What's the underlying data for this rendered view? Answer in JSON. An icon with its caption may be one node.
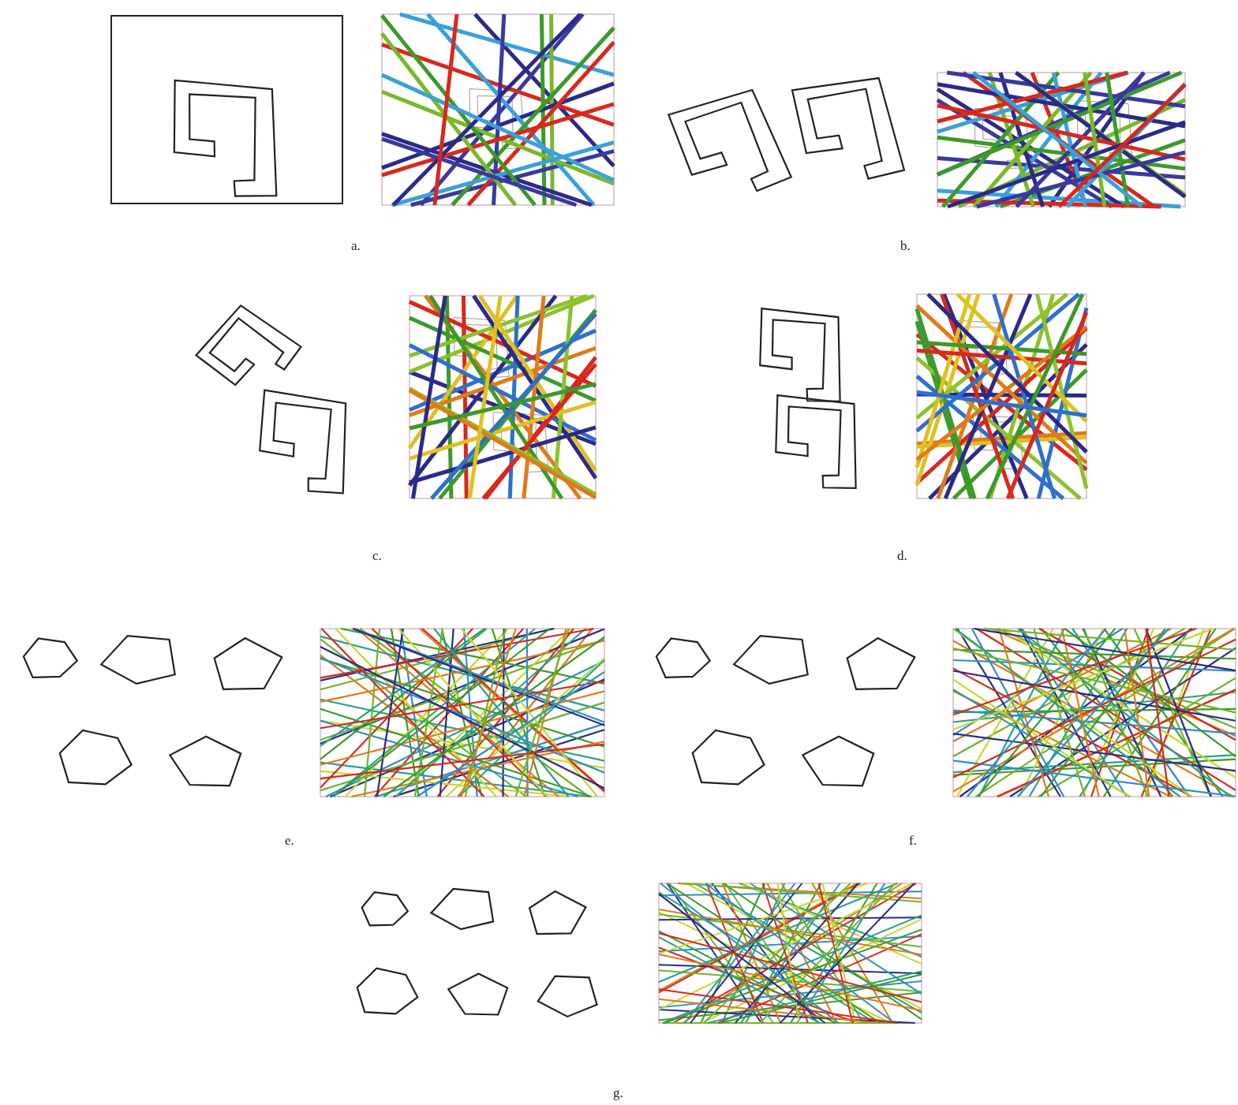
{
  "diagram": {
    "labels": [
      "a.",
      "b.",
      "c.",
      "d.",
      "e.",
      "f.",
      "g."
    ]
  }
}
